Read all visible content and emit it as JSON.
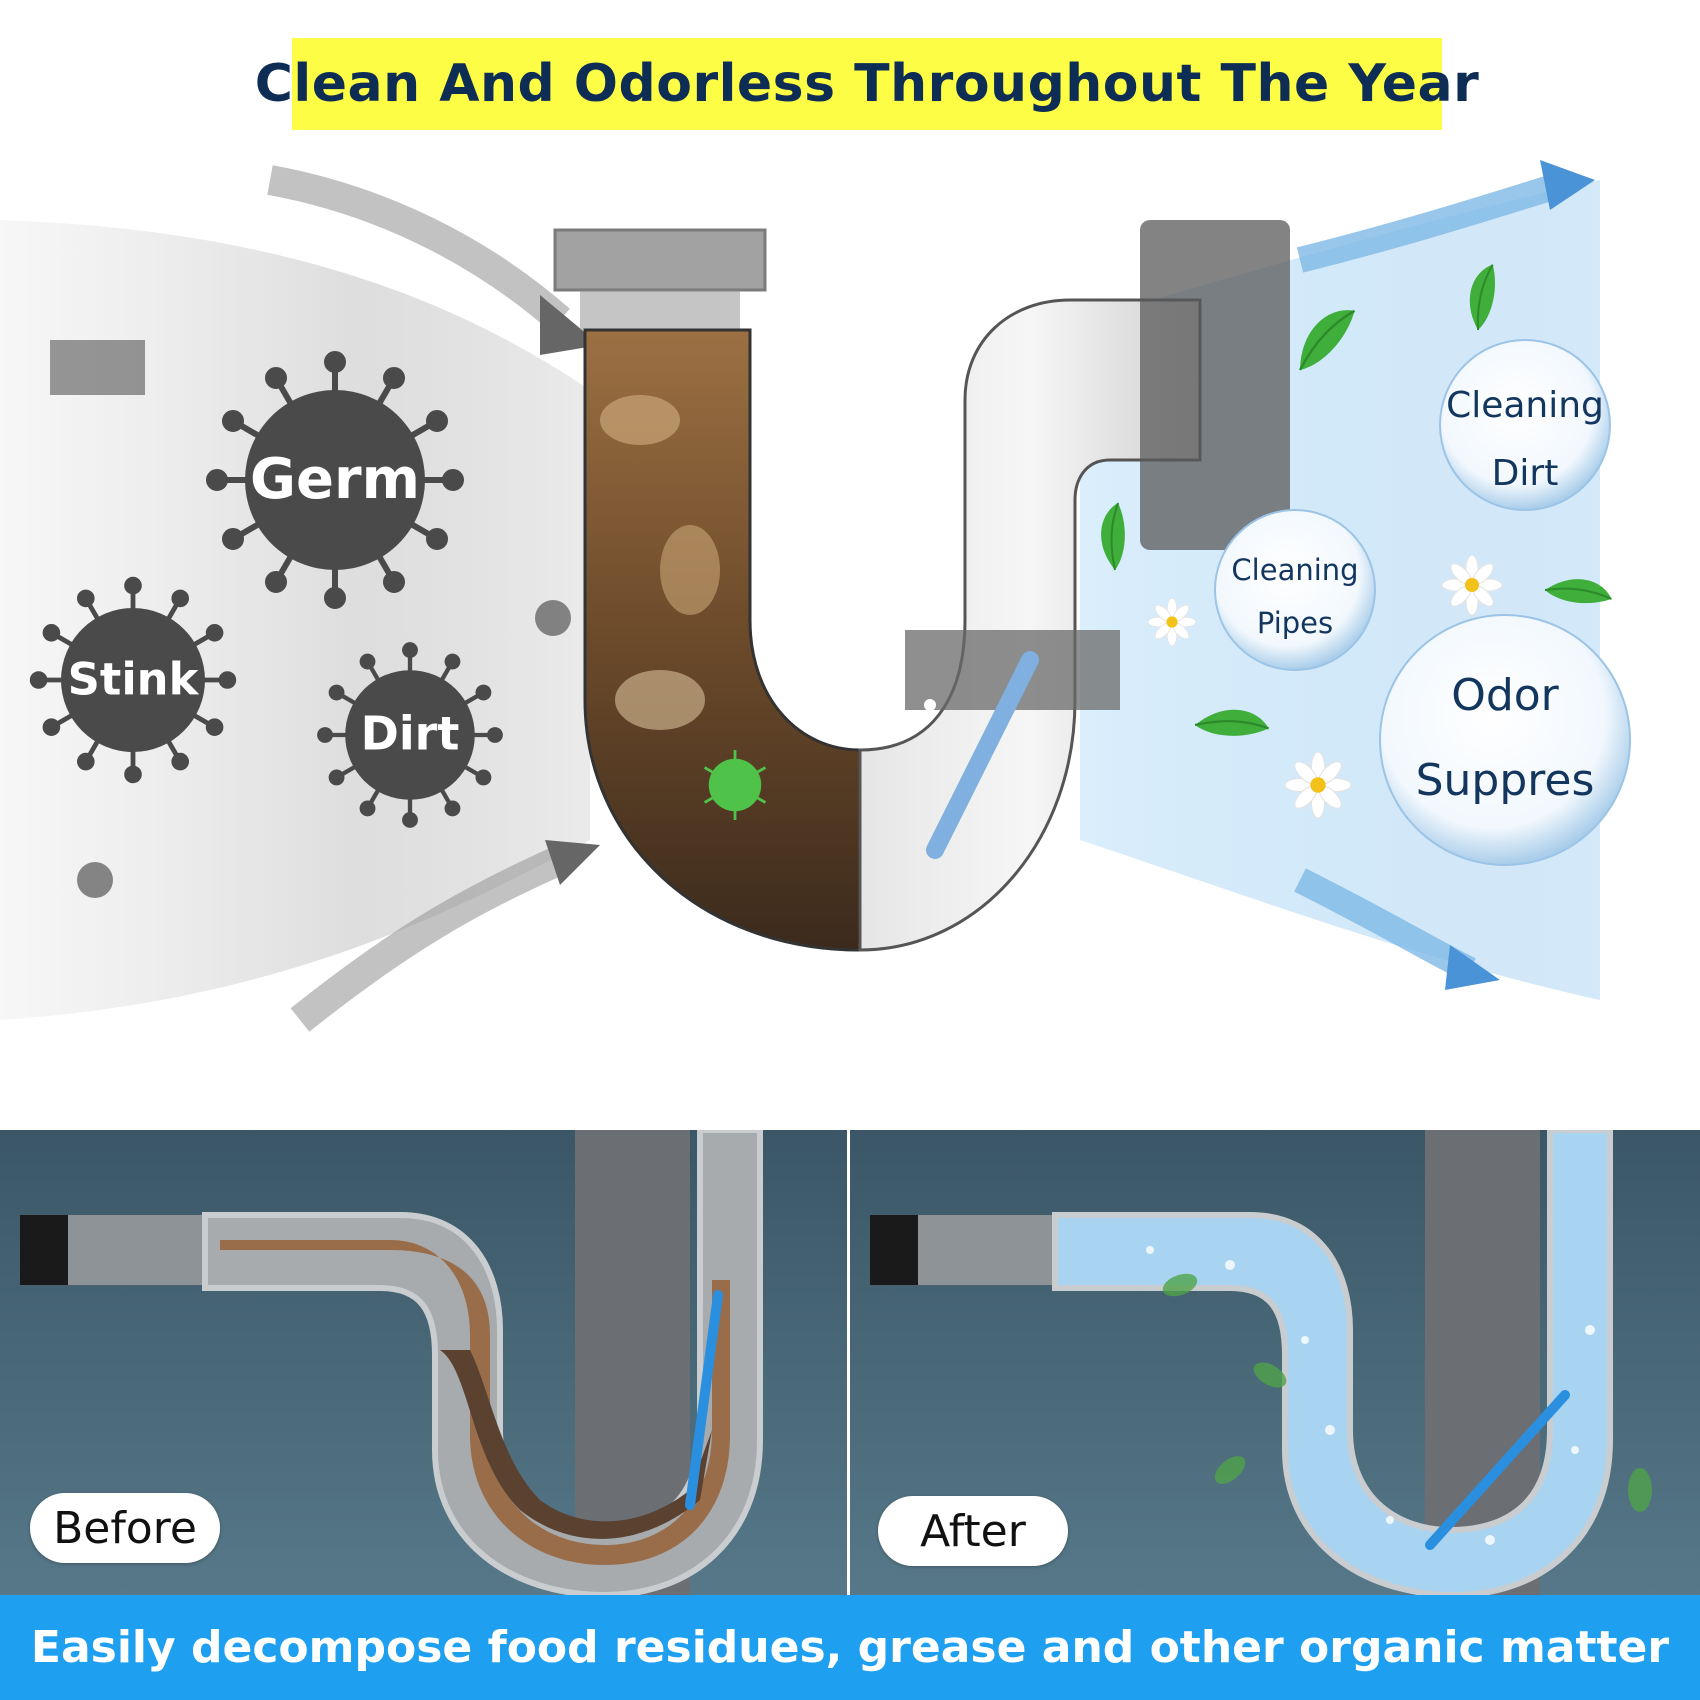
{
  "header": {
    "title": "Clean And Odorless Throughout The Year"
  },
  "labels": {
    "germ": "Germ",
    "stink": "Stink",
    "dirt": "Dirt"
  },
  "bubbles": {
    "cleaning_dirt_line1": "Cleaning",
    "cleaning_dirt_line2": "Dirt",
    "cleaning_pipes_line1": "Cleaning",
    "cleaning_pipes_line2": "Pipes",
    "odor_line1": "Odor",
    "odor_line2": "Suppres"
  },
  "panels": {
    "before_label": "Before",
    "after_label": "After"
  },
  "footer": {
    "caption": "Easily decompose food residues, grease and other organic matter"
  },
  "colors": {
    "title_banner": "#fdfd45",
    "title_text": "#0d2d55",
    "footer_banner": "#1f9ff0",
    "virus": "#4a4a4a",
    "bubble_text": "#13365f"
  }
}
